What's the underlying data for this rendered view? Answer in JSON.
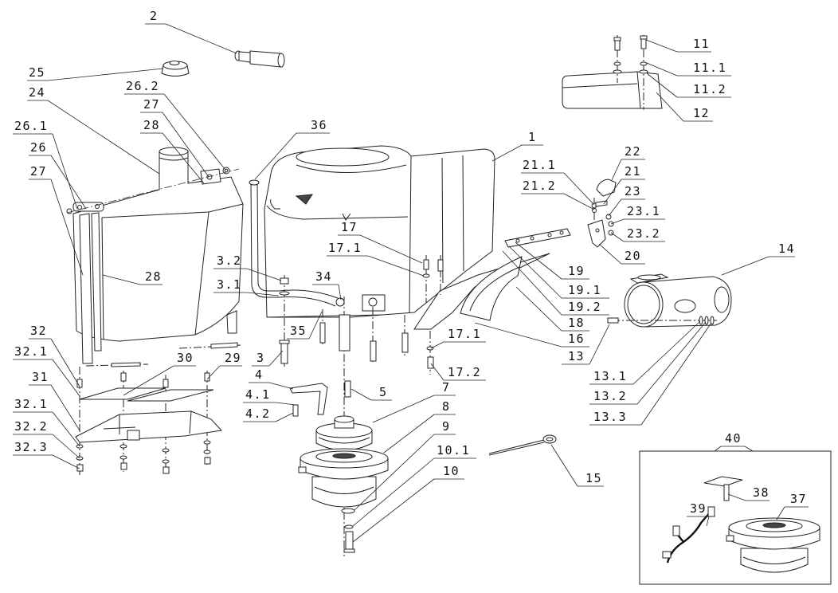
{
  "callouts": [
    "2",
    "25",
    "24",
    "26.2",
    "27",
    "28",
    "36",
    "26.1",
    "26",
    "27",
    "28",
    "1",
    "22",
    "21.1",
    "21",
    "21.2",
    "23",
    "23.1",
    "23.2",
    "20",
    "14",
    "11",
    "11.1",
    "11.2",
    "12",
    "17",
    "17.1",
    "19",
    "19.1",
    "19.2",
    "18",
    "16",
    "13",
    "3.2",
    "3.1",
    "34",
    "35",
    "17.1",
    "17.2",
    "13.1",
    "13.2",
    "13.3",
    "3",
    "32",
    "32.1",
    "30",
    "29",
    "31",
    "32.1",
    "32.2",
    "32.3",
    "4",
    "4.1",
    "4.2",
    "5",
    "7",
    "8",
    "9",
    "10.1",
    "10",
    "15",
    "40",
    "38",
    "39",
    "37"
  ]
}
